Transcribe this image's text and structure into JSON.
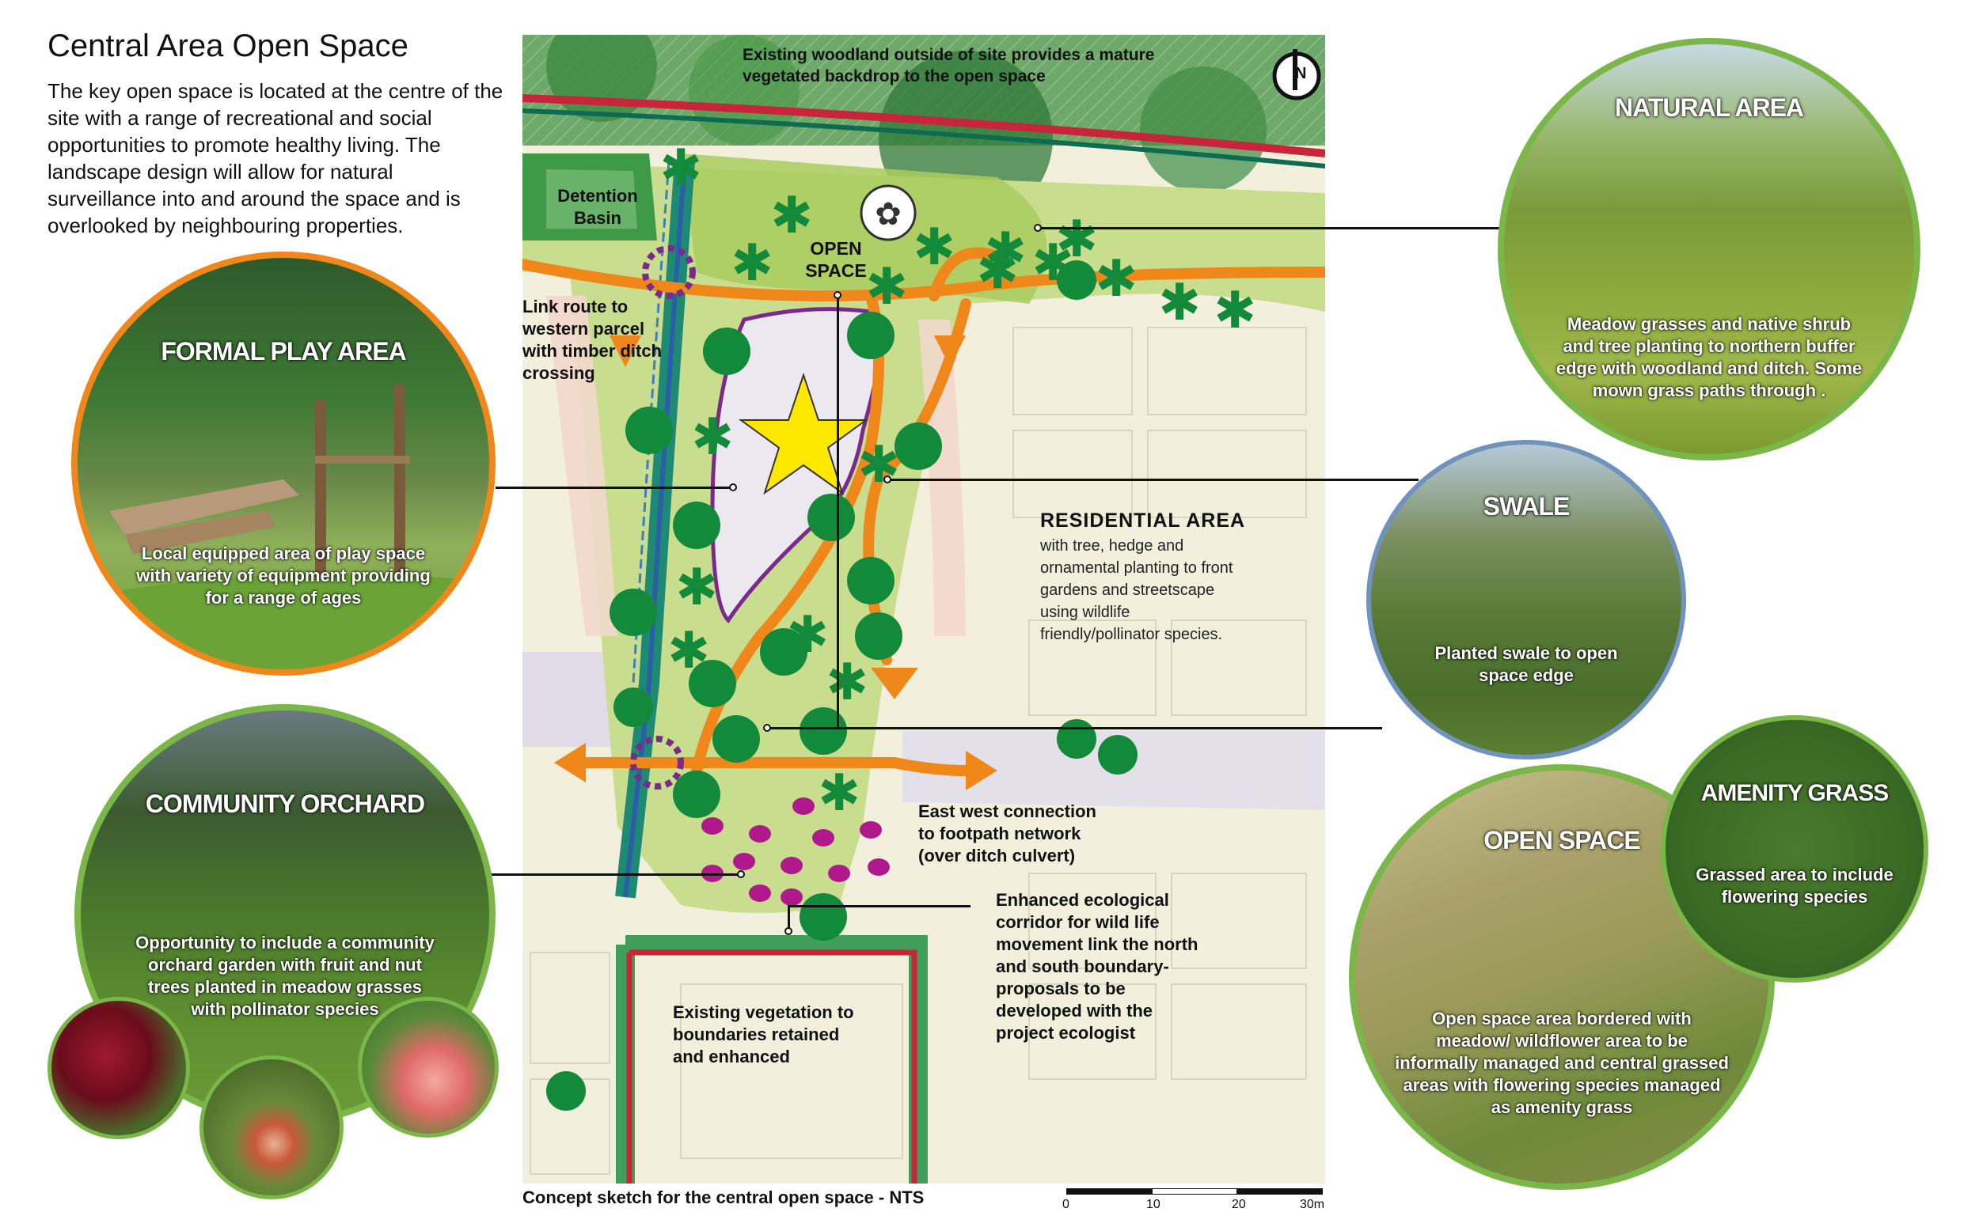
{
  "heading": {
    "title": "Central Area Open Space",
    "intro": "The key open space is located at the centre of the site with a range of recreational and social opportunities to promote healthy living. The landscape design will allow for natural surveillance into and around the space and is overlooked by neighbouring properties."
  },
  "map": {
    "woodland_label": "Existing woodland outside of site provides a mature vegetated backdrop to the open space",
    "north_symbol": "N",
    "detention_basin": "Detention Basin",
    "open_space": "OPEN SPACE",
    "link_route": "Link route to western parcel with timber ditch crossing",
    "residential_title": "RESIDENTIAL AREA",
    "residential_body": "with tree, hedge and ornamental planting to front gardens and streetscape using wildlife friendly/pollinator species.",
    "east_west": "East west connection to footpath network (over ditch culvert)",
    "ecological": "Enhanced ecological corridor for wild life movement link the north and south boundary- proposals to be developed with the project ecologist",
    "existing_veg": "Existing vegetation to boundaries retained and enhanced",
    "caption": "Concept sketch for the central open space - NTS",
    "scale_ticks": [
      "0",
      "10",
      "20",
      "30m"
    ]
  },
  "callouts": {
    "play": {
      "head": "FORMAL PLAY AREA",
      "body": "Local equipped area of play space with variety of equipment providing for a range of ages"
    },
    "orchard": {
      "head": "COMMUNITY ORCHARD",
      "body": "Opportunity to include a community orchard garden with fruit and nut trees planted in meadow grasses with pollinator species"
    },
    "natural": {
      "head": "NATURAL AREA",
      "body": "Meadow grasses and native shrub and tree planting to northern buffer edge with woodland and ditch. Some mown grass paths through ."
    },
    "swale": {
      "head": "SWALE",
      "body": "Planted swale to open space edge"
    },
    "amenity": {
      "head": "AMENITY GRASS",
      "body": "Grassed area to include flowering species"
    },
    "openspace": {
      "head": "OPEN SPACE",
      "body": "Open space area bordered with meadow/ wildflower area to be informally managed and central grassed areas with flowering species managed as amenity grass"
    }
  },
  "colors": {
    "orange": "#f0871a",
    "green_dark": "#128a3a",
    "green_light": "#bcd67a",
    "teal": "#1f8a73",
    "red": "#c8243a",
    "purple": "#7a2a8a",
    "magenta": "#b0188c",
    "star": "#ffe800",
    "circle_green": "#7ab648",
    "circle_blue": "#6f93bd"
  }
}
